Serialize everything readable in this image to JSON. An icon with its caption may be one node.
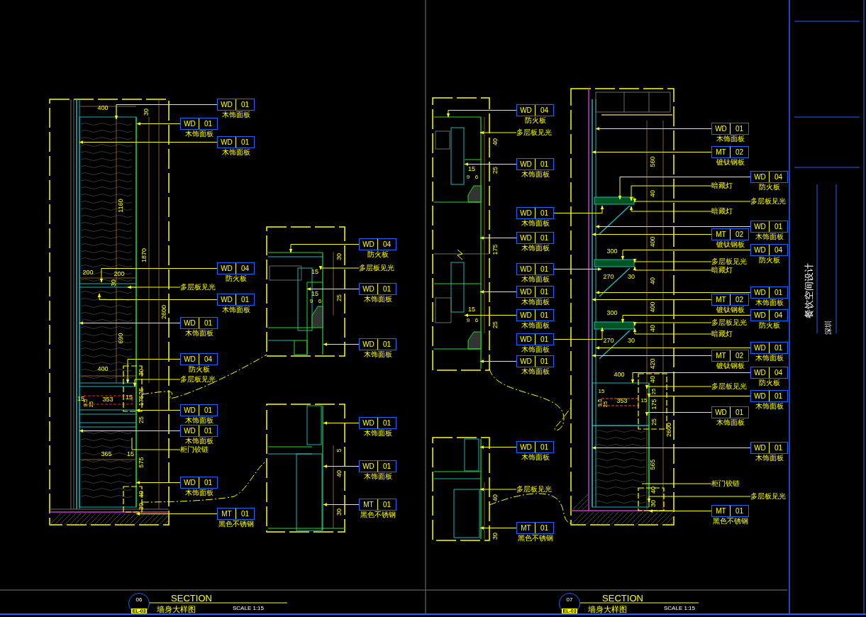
{
  "diagram": {
    "nodes": [
      {
        "text": [
          "WD",
          "01"
        ],
        "beside": [
          "木饰面板"
        ]
      },
      {
        "text": [
          "WD",
          "01"
        ],
        "beside": [
          "木饰面板"
        ]
      },
      {
        "text": [
          "WD",
          "01"
        ],
        "beside": [
          "木饰面板"
        ]
      },
      {
        "text": [
          "WD",
          "04"
        ],
        "beside": [
          "防火板"
        ]
      },
      {
        "text": [
          "多层板见光"
        ]
      },
      {
        "text": [
          "WD",
          "01"
        ],
        "beside": [
          "木饰面板"
        ]
      },
      {
        "text": [
          "WD",
          "01"
        ],
        "beside": [
          "木饰面板"
        ]
      },
      {
        "text": [
          "WD",
          "04"
        ],
        "beside": [
          "防火板"
        ]
      },
      {
        "text": [
          "多层板见光"
        ]
      },
      {
        "text": [
          "WD",
          "01"
        ],
        "beside": [
          "木饰面板"
        ]
      },
      {
        "text": [
          "WD",
          "01"
        ],
        "beside": [
          "木饰面板"
        ]
      },
      {
        "text": [
          "柜门铰链"
        ]
      },
      {
        "text": [
          "WD",
          "01"
        ],
        "beside": [
          "木饰面板"
        ]
      },
      {
        "text": [
          "MT",
          "01"
        ],
        "beside": [
          "黑色不锈钢"
        ]
      },
      {
        "text": [
          "WD",
          "04"
        ],
        "beside": [
          "防火板"
        ]
      },
      {
        "text": [
          "多层板见光"
        ]
      },
      {
        "text": [
          "WD",
          "01"
        ],
        "beside": [
          "木饰面板"
        ]
      },
      {
        "text": [
          "WD",
          "01"
        ],
        "beside": [
          "木饰面板"
        ]
      },
      {
        "text": [
          "WD",
          "01"
        ],
        "beside": [
          "木饰面板"
        ]
      },
      {
        "text": [
          "WD",
          "01"
        ],
        "beside": [
          "木饰面板"
        ]
      },
      {
        "text": [
          "MT",
          "01"
        ],
        "beside": [
          "黑色不锈钢"
        ]
      },
      {
        "text": [
          "WD",
          "04"
        ],
        "beside": [
          "防火板"
        ]
      },
      {
        "text": [
          "多层板见光"
        ]
      },
      {
        "text": [
          "WD",
          "01"
        ],
        "beside": [
          "木饰面板"
        ]
      },
      {
        "text": [
          "WD",
          "01"
        ],
        "beside": [
          "木饰面板"
        ]
      },
      {
        "text": [
          "WD",
          "01"
        ],
        "beside": [
          "木饰面板"
        ]
      },
      {
        "text": [
          "WD",
          "01"
        ],
        "beside": [
          "木饰面板"
        ]
      },
      {
        "text": [
          "WD",
          "01"
        ],
        "beside": [
          "木饰面板"
        ]
      },
      {
        "text": [
          "WD",
          "01"
        ],
        "beside": [
          "木饰面板"
        ]
      },
      {
        "text": [
          "WD",
          "01"
        ],
        "beside": [
          "木饰面板"
        ]
      },
      {
        "text": [
          "WD",
          "01"
        ],
        "beside": [
          "木饰面板"
        ]
      },
      {
        "text": [
          "WD",
          "01"
        ],
        "beside": [
          "木饰面板"
        ]
      },
      {
        "text": [
          "多层板见光"
        ]
      },
      {
        "text": [
          "MT",
          "01"
        ],
        "beside": [
          "黑色不锈钢"
        ]
      },
      {
        "text": [
          "WD",
          "01"
        ],
        "beside": [
          "木饰面板"
        ]
      },
      {
        "text": [
          "MT",
          "02"
        ],
        "beside": [
          "镀钛钢板"
        ]
      },
      {
        "text": [
          "WD",
          "04"
        ],
        "beside": [
          "防火板"
        ]
      },
      {
        "text": [
          "暗藏灯"
        ]
      },
      {
        "text": [
          "多层板见光"
        ]
      },
      {
        "text": [
          "暗藏灯"
        ]
      },
      {
        "text": [
          "WD",
          "01"
        ],
        "beside": [
          "木饰面板"
        ]
      },
      {
        "text": [
          "MT",
          "02"
        ],
        "beside": [
          "镀钛钢板"
        ]
      },
      {
        "text": [
          "WD",
          "04"
        ],
        "beside": [
          "防火板"
        ]
      },
      {
        "text": [
          "多层板见光"
        ]
      },
      {
        "text": [
          "暗藏灯"
        ]
      },
      {
        "text": [
          "WD",
          "01"
        ],
        "beside": [
          "木饰面板"
        ]
      },
      {
        "text": [
          "MT",
          "02"
        ],
        "beside": [
          "镀钛钢板"
        ]
      },
      {
        "text": [
          "WD",
          "04"
        ],
        "beside": [
          "防火板"
        ]
      },
      {
        "text": [
          "多层板见光"
        ]
      },
      {
        "text": [
          "暗藏灯"
        ]
      },
      {
        "text": [
          "WD",
          "01"
        ],
        "beside": [
          "木饰面板"
        ]
      },
      {
        "text": [
          "MT",
          "02"
        ],
        "beside": [
          "镀钛钢板"
        ]
      },
      {
        "text": [
          "WD",
          "04"
        ],
        "beside": [
          "防火板"
        ]
      },
      {
        "text": [
          "多层板见光"
        ]
      },
      {
        "text": [
          "WD",
          "01"
        ],
        "beside": [
          "木饰面板"
        ]
      },
      {
        "text": [
          "WD",
          "01"
        ],
        "beside": [
          "木饰面板"
        ]
      },
      {
        "text": [
          "WD",
          "01"
        ],
        "beside": [
          "木饰面板"
        ]
      },
      {
        "text": [
          "柜门铰链"
        ]
      },
      {
        "text": [
          "多层板见光"
        ]
      },
      {
        "text": [
          "MT",
          "01"
        ],
        "beside": [
          "黑色不锈钢"
        ]
      },
      {
        "text": [
          "06",
          "EL-03"
        ]
      },
      {
        "text": [
          "07",
          "EL-03"
        ]
      },
      {
        "text": [],
        "shape": "picture"
      },
      {
        "text": [],
        "shape": "picture"
      },
      {
        "text": [],
        "shape": "picture"
      },
      {
        "text": [],
        "shape": "picture"
      },
      {
        "text": [],
        "shape": "picture"
      },
      {
        "text": [],
        "shape": "picture"
      }
    ],
    "edges": [
      {
        "from": 0,
        "to": 62,
        "arrow": "to"
      },
      {
        "from": 1,
        "to": 62,
        "arrow": "to"
      },
      {
        "from": 2,
        "to": 62,
        "arrow": "to"
      },
      {
        "from": 3,
        "to": 62,
        "arrow": "to"
      },
      {
        "from": 4,
        "to": 62,
        "arrow": "to"
      },
      {
        "from": 5,
        "to": 62,
        "arrow": "to"
      },
      {
        "from": 6,
        "to": 62,
        "arrow": "to"
      },
      {
        "from": 7,
        "to": 62,
        "arrow": "to"
      },
      {
        "from": 8,
        "to": 62,
        "arrow": "to"
      },
      {
        "from": 9,
        "to": 62,
        "arrow": "to"
      },
      {
        "from": 10,
        "to": 62,
        "arrow": "to"
      },
      {
        "from": 11,
        "to": 62,
        "arrow": "none"
      },
      {
        "from": 12,
        "to": 62,
        "arrow": "to"
      },
      {
        "from": 13,
        "to": 62,
        "arrow": "to"
      },
      {
        "from": 14,
        "to": 63,
        "arrow": "to"
      },
      {
        "from": 15,
        "to": 63,
        "arrow": "to"
      },
      {
        "from": 16,
        "to": 63,
        "arrow": "to"
      },
      {
        "from": 17,
        "to": 63,
        "arrow": "to"
      },
      {
        "from": 18,
        "to": 64,
        "arrow": "to"
      },
      {
        "from": 19,
        "to": 64,
        "arrow": "to"
      },
      {
        "from": 20,
        "to": 64,
        "arrow": "to"
      },
      {
        "from": 21,
        "to": 65,
        "arrow": "to"
      },
      {
        "from": 22,
        "to": 65,
        "arrow": "to"
      },
      {
        "from": 23,
        "to": 65,
        "arrow": "to"
      },
      {
        "from": 24,
        "to": 67,
        "arrow": "to"
      },
      {
        "from": 25,
        "to": 65,
        "arrow": "to"
      },
      {
        "from": 26,
        "to": 67,
        "arrow": "to"
      },
      {
        "from": 27,
        "to": 65,
        "arrow": "to"
      },
      {
        "from": 28,
        "to": 65,
        "arrow": "to"
      },
      {
        "from": 29,
        "to": 67,
        "arrow": "to"
      },
      {
        "from": 30,
        "to": 65,
        "arrow": "to"
      },
      {
        "from": 31,
        "to": 66,
        "arrow": "to"
      },
      {
        "from": 32,
        "to": 66,
        "arrow": "to"
      },
      {
        "from": 33,
        "to": 66,
        "arrow": "to"
      },
      {
        "from": 34,
        "to": 67,
        "arrow": "to"
      },
      {
        "from": 35,
        "to": 67,
        "arrow": "to"
      },
      {
        "from": 36,
        "to": 67,
        "arrow": "to"
      },
      {
        "from": 37,
        "to": 67,
        "arrow": "to"
      },
      {
        "from": 38,
        "to": 67,
        "arrow": "to"
      },
      {
        "from": 39,
        "to": 67,
        "arrow": "to"
      },
      {
        "from": 40,
        "to": 67,
        "arrow": "to"
      },
      {
        "from": 41,
        "to": 67,
        "arrow": "to"
      },
      {
        "from": 42,
        "to": 67,
        "arrow": "to"
      },
      {
        "from": 43,
        "to": 67,
        "arrow": "to"
      },
      {
        "from": 44,
        "to": 67,
        "arrow": "to"
      },
      {
        "from": 45,
        "to": 67,
        "arrow": "to"
      },
      {
        "from": 46,
        "to": 67,
        "arrow": "to"
      },
      {
        "from": 47,
        "to": 67,
        "arrow": "to"
      },
      {
        "from": 48,
        "to": 67,
        "arrow": "to"
      },
      {
        "from": 49,
        "to": 67,
        "arrow": "to"
      },
      {
        "from": 50,
        "to": 67,
        "arrow": "to"
      },
      {
        "from": 51,
        "to": 67,
        "arrow": "to"
      },
      {
        "from": 52,
        "to": 67,
        "arrow": "to"
      },
      {
        "from": 53,
        "to": 67,
        "arrow": "to"
      },
      {
        "from": 54,
        "to": 67,
        "arrow": "to"
      },
      {
        "from": 55,
        "to": 67,
        "arrow": "to"
      },
      {
        "from": 56,
        "to": 67,
        "arrow": "to"
      },
      {
        "from": 57,
        "to": 67,
        "arrow": "none"
      },
      {
        "from": 58,
        "to": 67,
        "arrow": "to"
      },
      {
        "from": 59,
        "to": 67,
        "arrow": "to"
      },
      {
        "from": 62,
        "to": 63,
        "arrow": "none",
        "style": "dashed"
      },
      {
        "from": 62,
        "to": 64,
        "arrow": "none",
        "style": "dashed"
      },
      {
        "from": 65,
        "to": 67,
        "arrow": "none",
        "style": "dashed"
      },
      {
        "from": 66,
        "to": 67,
        "arrow": "none",
        "style": "dashed"
      }
    ],
    "labels": [
      "400",
      "30",
      "1160",
      "1870",
      "200",
      "200",
      "30",
      "2600",
      "690",
      "400",
      "30",
      "25",
      "15",
      "9.5",
      "25",
      "353",
      "15",
      "175",
      "25",
      "365",
      "15",
      "575",
      "40",
      "30",
      "30",
      "15",
      "25",
      "15",
      "9",
      "6",
      "5",
      "40",
      "30",
      "40",
      "15",
      "9",
      "6",
      "25",
      "175",
      "15",
      "9",
      "6",
      "25",
      "40",
      "30",
      "560",
      "40",
      "400",
      "300",
      "40",
      "270",
      "30",
      "400",
      "300",
      "40",
      "2600",
      "270",
      "30",
      "420",
      "400",
      "40",
      "25",
      "15",
      "9.5",
      "25",
      "353",
      "15",
      "175",
      "25",
      "565",
      "40",
      "30",
      "餐饮空间设计",
      "深圳",
      "SECTION",
      "墙身大样图",
      "SCALE 1:15",
      "SECTION",
      "墙身大样图",
      "SCALE 1:15"
    ]
  }
}
